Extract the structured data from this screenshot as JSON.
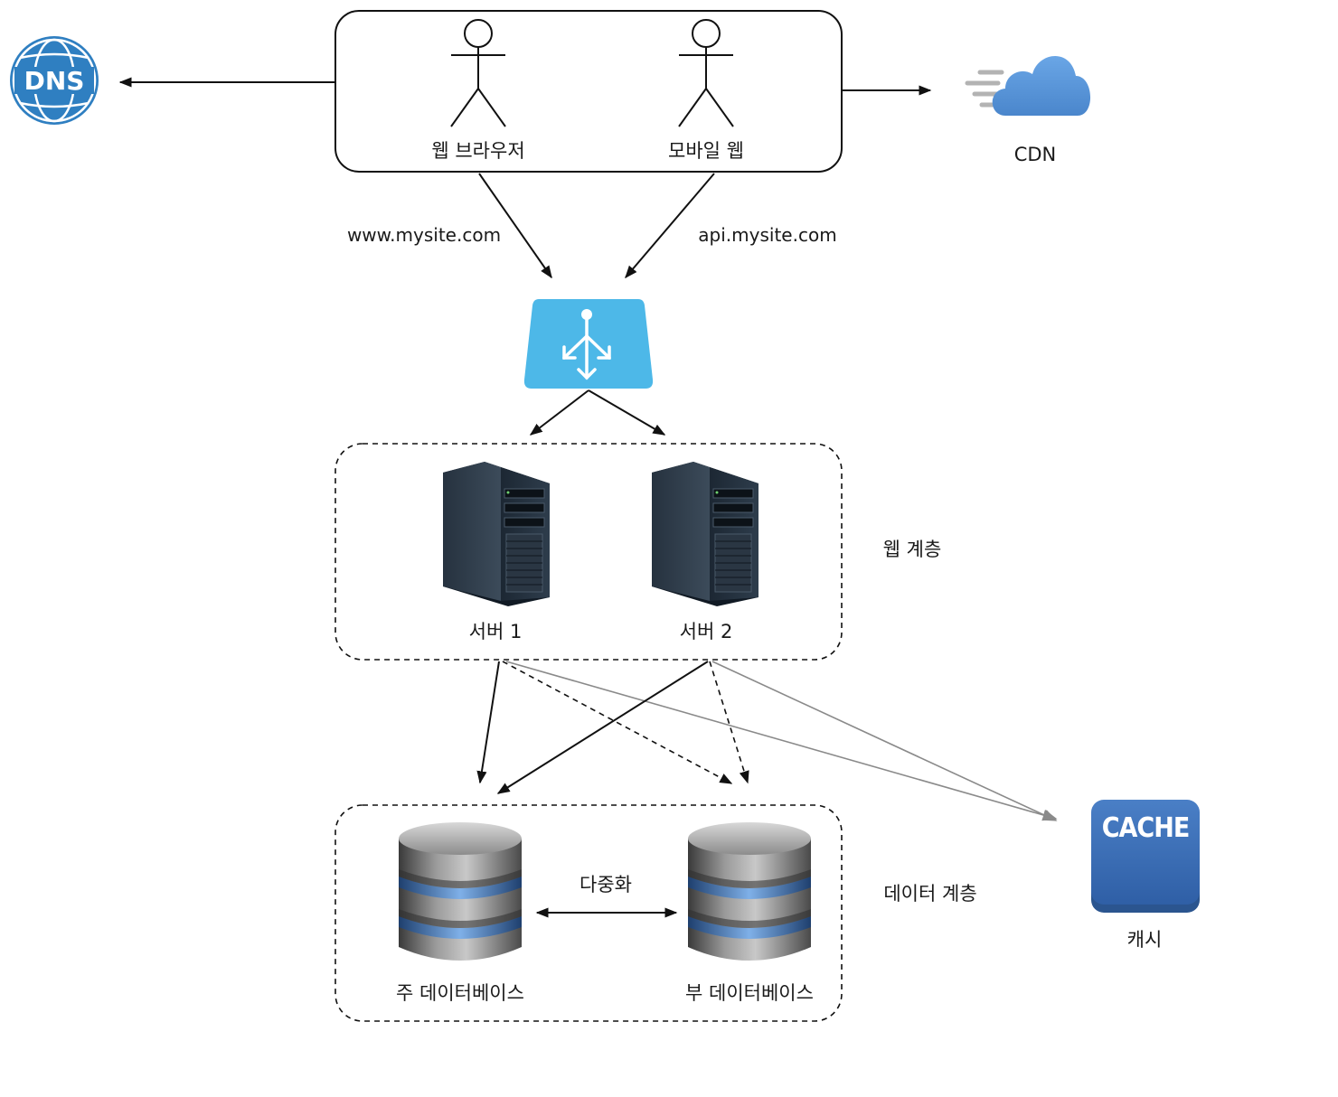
{
  "clients": {
    "web_browser": "웹 브라우저",
    "mobile_web": "모바일 웹"
  },
  "dns": {
    "label": "DNS"
  },
  "cdn": {
    "label": "CDN"
  },
  "urls": {
    "web": "www.mysite.com",
    "api": "api.mysite.com"
  },
  "web_tier": {
    "label": "웹 계층",
    "servers": [
      "서버 1",
      "서버 2"
    ]
  },
  "data_tier": {
    "label": "데이터 계층",
    "primary_db": "주 데이터베이스",
    "secondary_db": "부 데이터베이스",
    "replication": "다중화"
  },
  "cache": {
    "badge": "CACHE",
    "label": "캐시"
  },
  "colors": {
    "dns_blue": "#2f7fc1",
    "cdn_blue": "#5b9bdc",
    "lb_blue": "#4db8e8",
    "cache_blue": "#3b6fb8"
  },
  "icons": [
    "dns-icon",
    "cloud-icon",
    "user-icon",
    "load-balancer-icon",
    "server-icon",
    "database-icon",
    "cache-icon"
  ]
}
